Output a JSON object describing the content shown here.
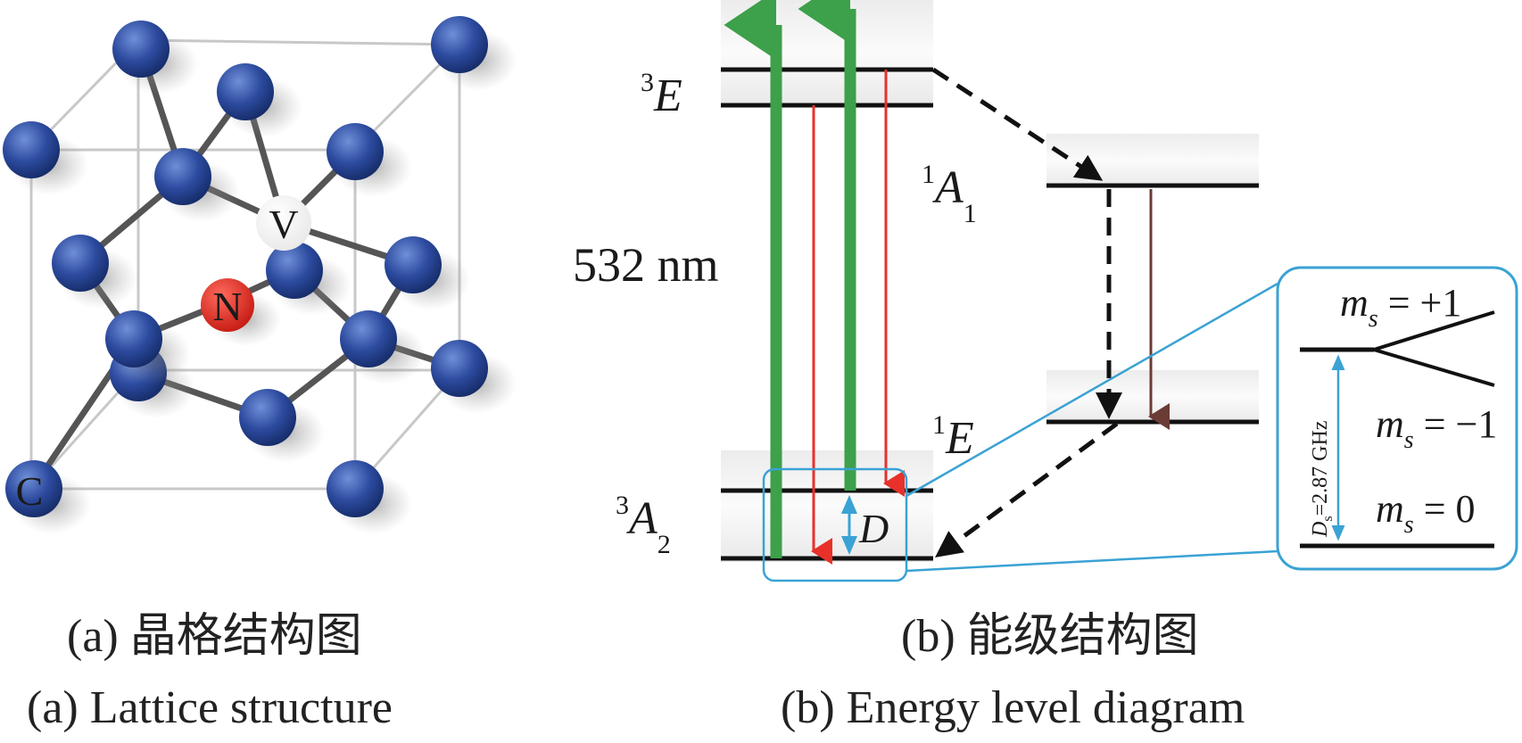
{
  "panel_a": {
    "atoms": {
      "nitrogen": "N",
      "vacancy": "V",
      "carbon": "C"
    },
    "caption_cn": "(a)  晶格结构图",
    "caption_en": "(a) Lattice structure"
  },
  "panel_b": {
    "levels": {
      "E3": {
        "sup": "3",
        "letter": "E"
      },
      "A1": {
        "sup": "1",
        "letter": "A",
        "sub": "1"
      },
      "E1": {
        "sup": "1",
        "letter": "E"
      },
      "A2": {
        "sup": "3",
        "letter": "A",
        "sub": "2"
      }
    },
    "laser_label": "532 nm",
    "D_label": "D",
    "inset": {
      "ms_plus": {
        "m": "m",
        "s": "s",
        "rest": " = +1"
      },
      "ms_minus": {
        "m": "m",
        "s": "s",
        "rest": " = −1"
      },
      "ms_zero": {
        "m": "m",
        "s": "s",
        "rest": " = 0"
      },
      "splitting": {
        "D": "D",
        "sub": "s",
        "rest": "=2.87 GHz"
      }
    },
    "caption_cn": "(b) 能级结构图",
    "caption_en": "(b) Energy level diagram"
  },
  "colors": {
    "atom_blue": "#2c4a9e",
    "nitrogen_red": "#e22a1f",
    "laser_green": "#3da04a",
    "emission_red": "#e8312a",
    "inset_blue": "#3aa2d4",
    "brown": "#6b3b35"
  }
}
